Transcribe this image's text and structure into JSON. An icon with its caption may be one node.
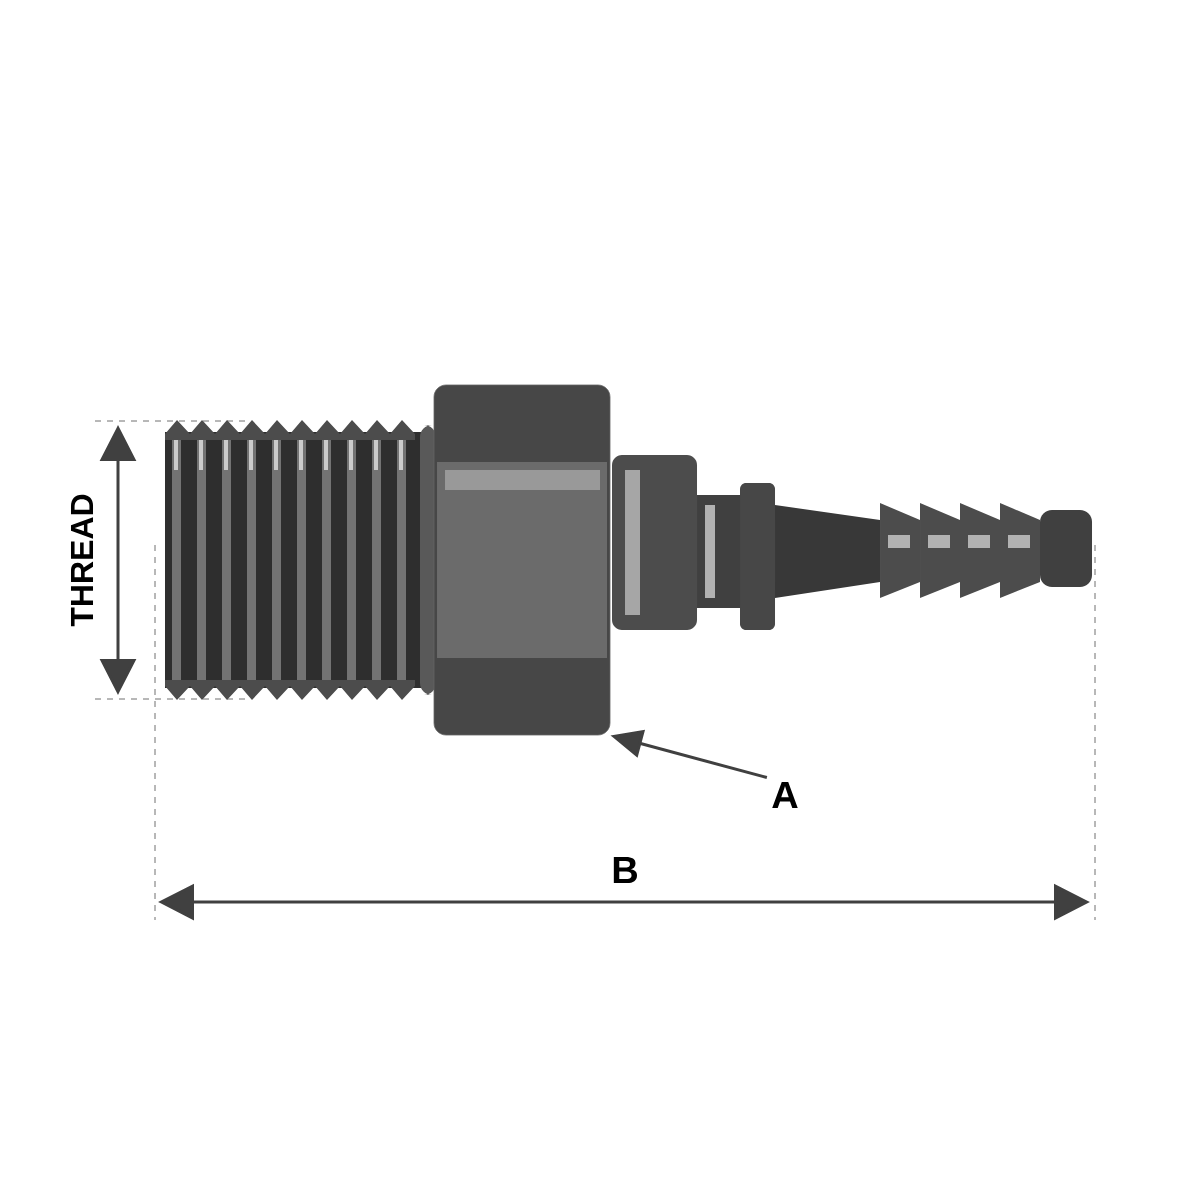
{
  "diagram": {
    "nodes": [
      {
        "text": [
          "A"
        ]
      },
      {
        "text": [],
        "shape": "picture"
      }
    ],
    "edges": [
      {
        "from": 0,
        "to": 1,
        "arrow": "to"
      }
    ],
    "labels": [
      "THREAD",
      "B"
    ]
  }
}
